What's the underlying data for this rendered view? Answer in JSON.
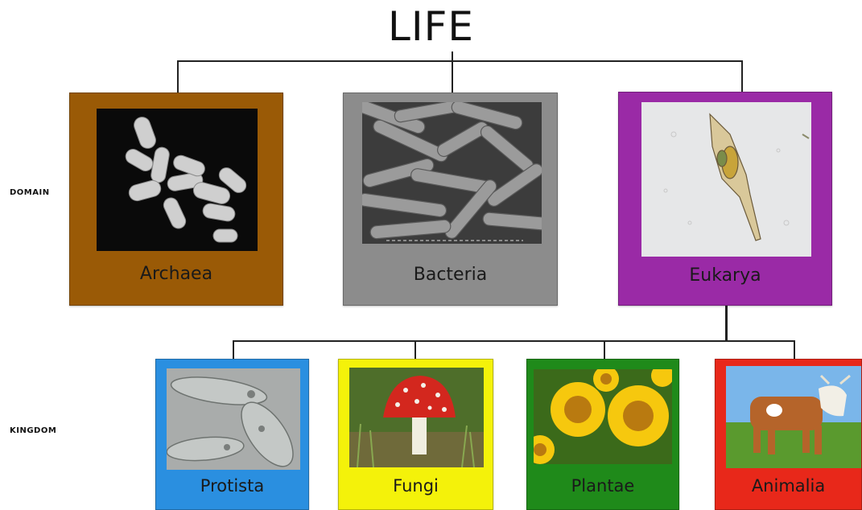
{
  "title": "LIFE",
  "row_labels": {
    "domain": "DOMAIN",
    "kingdom": "KINGDOM"
  },
  "domains": [
    {
      "name": "Archaea",
      "color": "#9a5a06",
      "image": "archaea-micrograph"
    },
    {
      "name": "Bacteria",
      "color": "#8c8c8c",
      "image": "bacteria-micrograph"
    },
    {
      "name": "Eukarya",
      "color": "#9a2aa6",
      "image": "rotifer-micrograph"
    }
  ],
  "kingdoms": [
    {
      "name": "Protista",
      "color": "#2a8fe0",
      "image": "paramecium-photo"
    },
    {
      "name": "Fungi",
      "color": "#f4f20a",
      "image": "mushroom-photo"
    },
    {
      "name": "Plantae",
      "color": "#1f8a1a",
      "image": "sunflower-photo"
    },
    {
      "name": "Animalia",
      "color": "#e8281a",
      "image": "cow-photo"
    }
  ]
}
